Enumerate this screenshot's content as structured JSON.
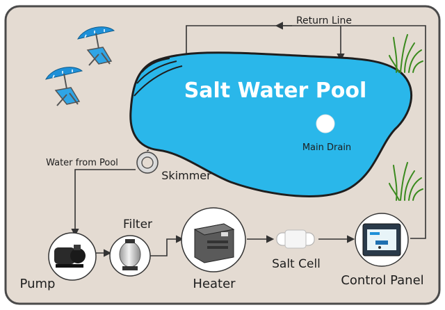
{
  "pool": {
    "title": "Salt Water Pool"
  },
  "labels": {
    "return_line": "Return Line",
    "main_drain": "Main Drain",
    "water_from_pool": "Water from Pool",
    "skimmer": "Skimmer",
    "filter": "Filter",
    "pump": "Pump",
    "heater": "Heater",
    "salt_cell": "Salt Cell",
    "control_panel": "Control Panel"
  },
  "colors": {
    "background": "#e4dbd2",
    "border": "#4a4a4a",
    "pool_water": "#2ab7ea",
    "pool_outline": "#1e1e1e",
    "pipe": "#333333",
    "umbrella": "#1e90d8",
    "grass": "#3a8a1e"
  },
  "icons": [
    "beach-chair-umbrella-icon",
    "grass-icon",
    "pump-icon",
    "filter-tank-icon",
    "heater-icon",
    "salt-cell-icon",
    "control-panel-icon"
  ]
}
